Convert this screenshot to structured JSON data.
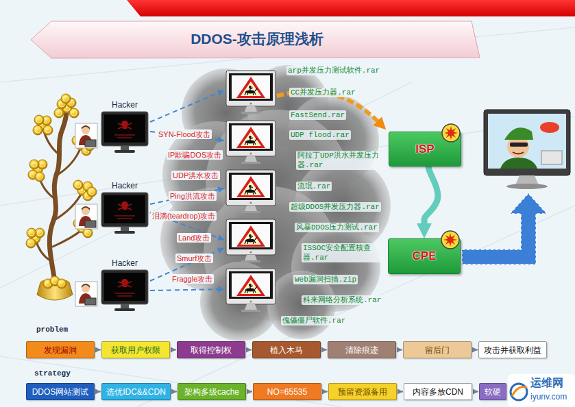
{
  "diagram": {
    "title": "DDOS-攻击原理浅析",
    "nodes": [
      {
        "text": [
          "Hacker"
        ]
      },
      {
        "text": [
          "Hacker"
        ]
      },
      {
        "text": [
          "Hacker"
        ]
      },
      {
        "text": [
          "ISP"
        ]
      },
      {
        "text": [
          "CPE"
        ]
      },
      {
        "text": [
          "发现漏洞"
        ]
      },
      {
        "text": [
          "获取用户权限"
        ]
      },
      {
        "text": [
          "取得控制权"
        ]
      },
      {
        "text": [
          "植入木马"
        ]
      },
      {
        "text": [
          "清除痕迹"
        ]
      },
      {
        "text": [
          "留后门"
        ]
      },
      {
        "text": [
          "攻击并获取利益"
        ]
      },
      {
        "text": [
          "DDOS网站测试"
        ]
      },
      {
        "text": [
          "选优IDC&&CDN"
        ]
      },
      {
        "text": [
          "架构多级cache"
        ]
      },
      {
        "text": [
          "NO=65535"
        ]
      },
      {
        "text": [
          "预留资源备用"
        ]
      },
      {
        "text": [
          "内容多放CDN"
        ]
      },
      {
        "text": [
          "软硬"
        ]
      }
    ],
    "edges": [
      {
        "from": 3,
        "to": 4,
        "arrow": "to"
      },
      {
        "from": 5,
        "to": 6,
        "arrow": "to"
      },
      {
        "from": 6,
        "to": 7,
        "arrow": "to"
      },
      {
        "from": 7,
        "to": 8,
        "arrow": "to"
      },
      {
        "from": 8,
        "to": 9,
        "arrow": "to"
      },
      {
        "from": 9,
        "to": 10,
        "arrow": "to"
      },
      {
        "from": 10,
        "to": 11,
        "arrow": "to"
      },
      {
        "from": 12,
        "to": 13,
        "arrow": "to"
      },
      {
        "from": 13,
        "to": 14,
        "arrow": "to"
      },
      {
        "from": 14,
        "to": 15,
        "arrow": "to"
      },
      {
        "from": 15,
        "to": 16,
        "arrow": "to"
      },
      {
        "from": 16,
        "to": 17,
        "arrow": "to"
      },
      {
        "from": 17,
        "to": 18,
        "arrow": "to"
      }
    ],
    "labels": [
      "problem",
      "strategy",
      "SYN-Flood攻击",
      "IP欺骗DOS攻击",
      "UDP洪水攻击",
      "Ping洪流攻击",
      "泪滴(teardrop)攻击",
      "Land攻击",
      "Smurf攻击",
      "Fraggle攻击",
      "arp并发压力测试软件.rar",
      "CC并发压力器.rar",
      "FastSend.rar",
      "UDP flood.rar",
      "阿拉丁UDP洪水并发压力器.rar",
      "流氓.rar",
      "超级DDOS并发压力器.rar",
      "风暴DDOS压力测试.rar",
      "ISSOC安全配置核查器.rar",
      "Web漏洞扫描.zip",
      "科来网络分析系统.rar",
      "傀儡僵尸软件.rar",
      "运维网",
      "iyunv.com"
    ]
  }
}
